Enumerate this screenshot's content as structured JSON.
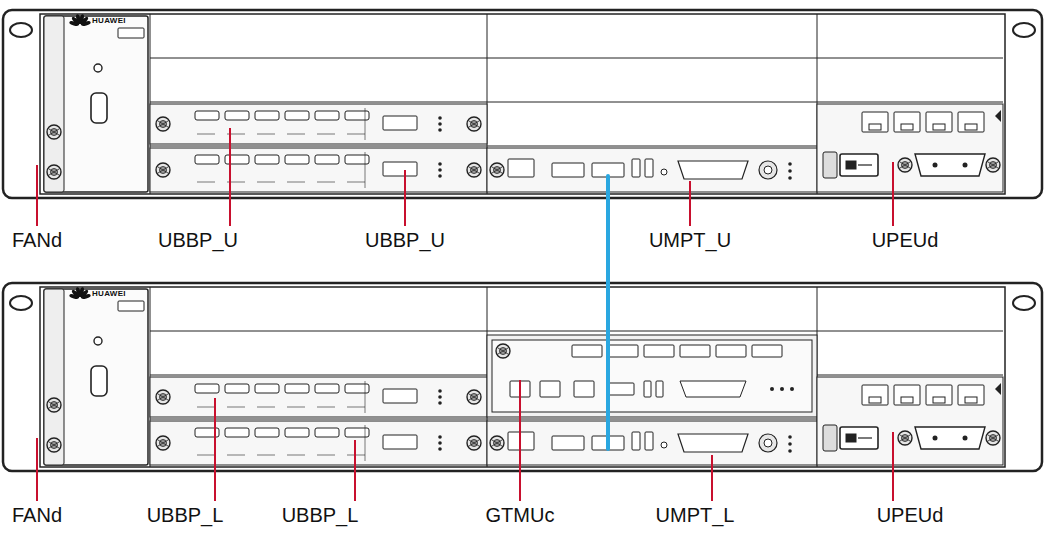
{
  "diagram": {
    "labels": [
      "FANd",
      "UBBP_U",
      "UBBP_U",
      "UMPT_U",
      "UPEUd",
      "FANd",
      "UBBP_L",
      "UBBP_L",
      "GTMUc",
      "UMPT_L",
      "UPEUd",
      "HUAWEI",
      "HUAWEI"
    ]
  }
}
